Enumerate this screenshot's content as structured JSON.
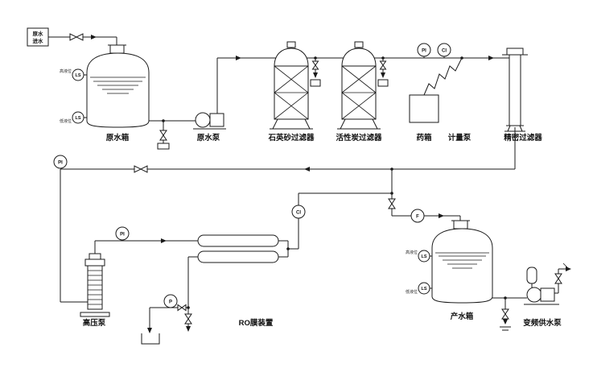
{
  "colors": {
    "line": "#1a1a1a",
    "background": "#ffffff"
  },
  "inlet": {
    "line1": "原水",
    "line2": "进水"
  },
  "labels": {
    "raw_water_tank": "原水箱",
    "raw_water_pump": "原水泵",
    "quartz_sand_filter": "石英砂过滤器",
    "activated_carbon_filter": "活性炭过滤器",
    "chemical_tank": "药箱",
    "metering_pump": "计量泵",
    "precision_filter": "精密过滤器",
    "high_pressure_pump": "高压泵",
    "ro_membrane_unit": "RO膜装置",
    "product_water_tank": "产水箱",
    "vfd_supply_pump": "变频供水泵"
  },
  "instruments": {
    "pressure_indicator": "PI",
    "conductivity_indicator": "CI",
    "flow_indicator": "F",
    "level_switch": "LS",
    "pressure_gauge": "P"
  },
  "level_annotations": {
    "high": "高液位",
    "low": "低液位"
  }
}
